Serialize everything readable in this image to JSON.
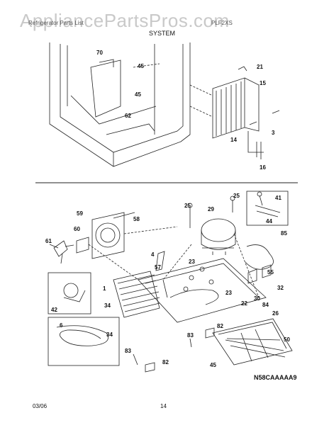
{
  "watermark": "AppliancePartsPros.com",
  "header": {
    "left": "Refrigerator Parts List",
    "right": "PLF2XS",
    "section": "SYSTEM"
  },
  "callouts_top": [
    "70",
    "45",
    "45",
    "62",
    "21",
    "15",
    "3",
    "14",
    "16"
  ],
  "callouts_bottom": [
    "25",
    "25",
    "41",
    "59",
    "58",
    "29",
    "44",
    "60",
    "85",
    "61",
    "4",
    "57",
    "23",
    "55",
    "1",
    "23",
    "30",
    "32",
    "34",
    "22",
    "84",
    "26",
    "42",
    "34",
    "6",
    "82",
    "50",
    "83",
    "83",
    "82",
    "45"
  ],
  "diagram_code": "N58CAAAAA9",
  "footer": {
    "date": "03/06",
    "page": "14"
  },
  "colors": {
    "line": "#222222",
    "watermark": "#c9c9c9"
  }
}
